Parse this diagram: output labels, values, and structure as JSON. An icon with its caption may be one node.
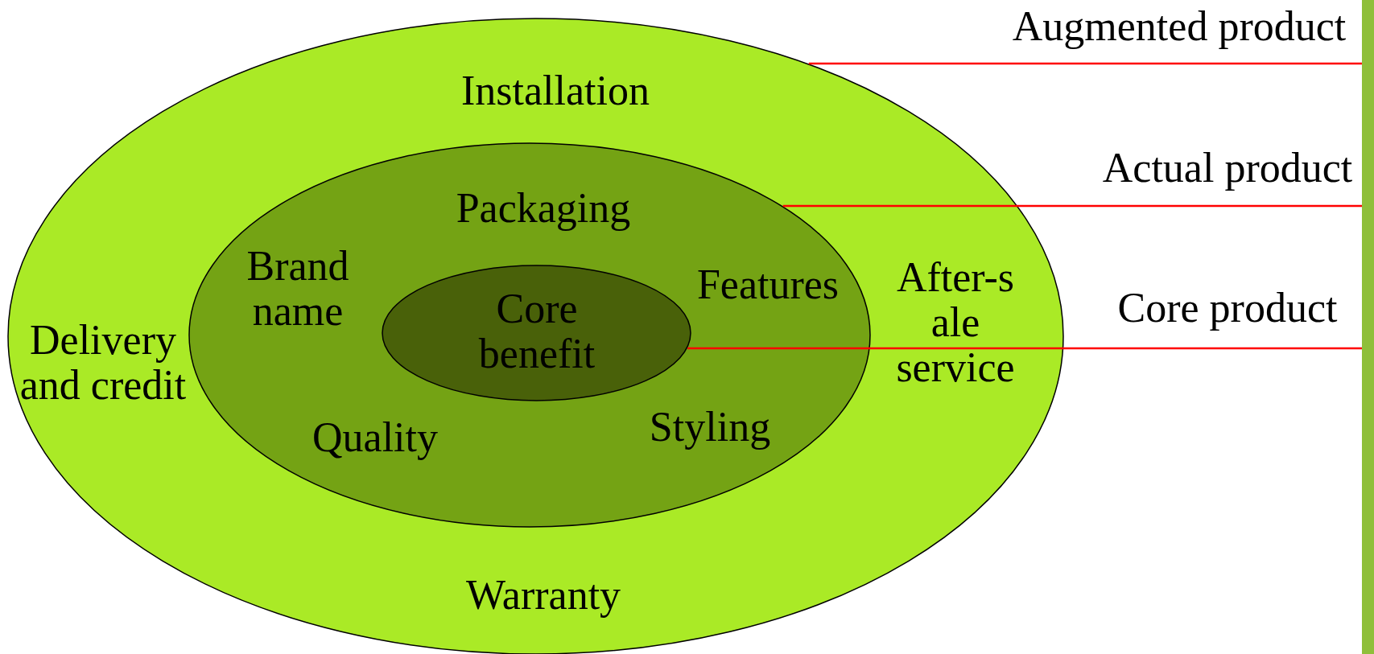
{
  "diagram": {
    "nodes": [
      {
        "text": [
          "Installation",
          "Delivery and credit",
          "After-s ale service",
          "Warranty"
        ]
      },
      {
        "text": [
          "Packaging",
          "Brand name",
          "Features",
          "Quality",
          "Styling"
        ],
        "in": 0
      },
      {
        "text": [
          "Core benefit"
        ],
        "in": 1
      },
      {
        "text": [
          "Augmented product"
        ]
      },
      {
        "text": [
          "Actual product"
        ]
      },
      {
        "text": [
          "Core product"
        ]
      }
    ],
    "edges": [
      {
        "from": 3,
        "to": 0,
        "arrow": "none",
        "color": "#ff0000"
      },
      {
        "from": 4,
        "to": 1,
        "arrow": "none",
        "color": "#ff0000"
      },
      {
        "from": 5,
        "to": 2,
        "arrow": "none",
        "color": "#ff0000"
      }
    ]
  }
}
